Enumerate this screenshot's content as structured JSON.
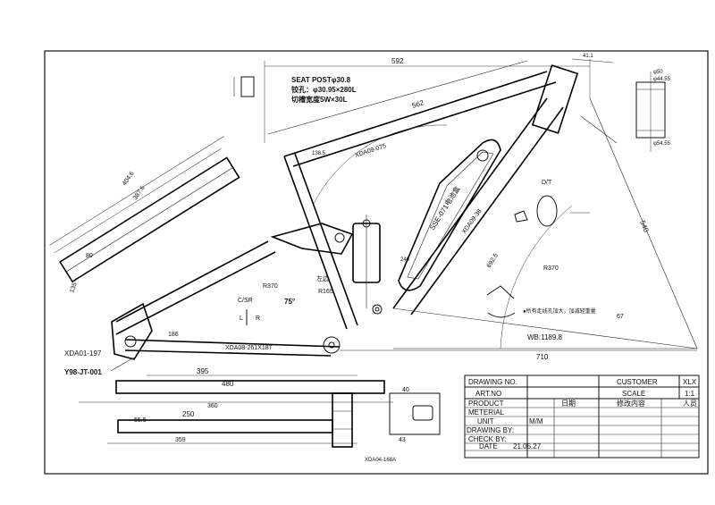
{
  "drawing": {
    "notes": {
      "seat_post": "SEAT POSTφ30.8",
      "reamer": "铰孔：φ30.95×280L",
      "slot": "切槽宽度5W×30L"
    },
    "dimensions": {
      "top_length": "592",
      "top_tube": "562",
      "chainstay": "710",
      "wheelbase": "WB:1189.8",
      "downtube": "692.5",
      "seat_stay": "404.6",
      "seat_stay_inner": "387.6",
      "front_height": "540",
      "r370_top": "R370",
      "r370_right": "R370",
      "r165": "R165",
      "d395": "395",
      "d480": "480",
      "d250": "250",
      "d359": "359",
      "d55": "55.5",
      "d186": "186",
      "d135": "135",
      "d80": "80",
      "d40": "40",
      "d43": "43",
      "d67": "67",
      "d240": "240",
      "d138": "138.5",
      "d41": "41.1",
      "d50": "φ50",
      "d44": "φ44.55",
      "d54": "φ54.55",
      "d360": "360",
      "angle75": "75°"
    },
    "labels": {
      "part_left": "XDA01-197",
      "part_code": "Y98-JT-001",
      "pivot": "XDA08-261X18T",
      "cs_label": "C/SR",
      "l": "L",
      "r": "R",
      "dt": "D/T",
      "left_cn": "左边",
      "battery": "SSE-071电池盒",
      "battery_code": "XDA09-075",
      "frame_tube": "XDA09-38",
      "drop": "XDA04-168A",
      "note_cn": "●所有走线孔加大，加减轻重量"
    }
  },
  "title_block": {
    "drawing_no_label": "DRAWING NO.",
    "customer_label": "CUSTOMER",
    "customer_value": "XLX",
    "art_no_label": "ART.NO",
    "scale_label": "SCALE",
    "scale_value": "1:1",
    "product_label": "PRODUCT",
    "material_label": "METERIAL",
    "unit_label": "UNIT",
    "unit_value": "M/M",
    "drawing_by_label": "DRAWING BY:",
    "check_by_label": "CHECK BY:",
    "date_label": "DATE",
    "date_value": "21.05.27",
    "col_date": "日期",
    "col_content": "修改内容",
    "col_person": "人员"
  }
}
